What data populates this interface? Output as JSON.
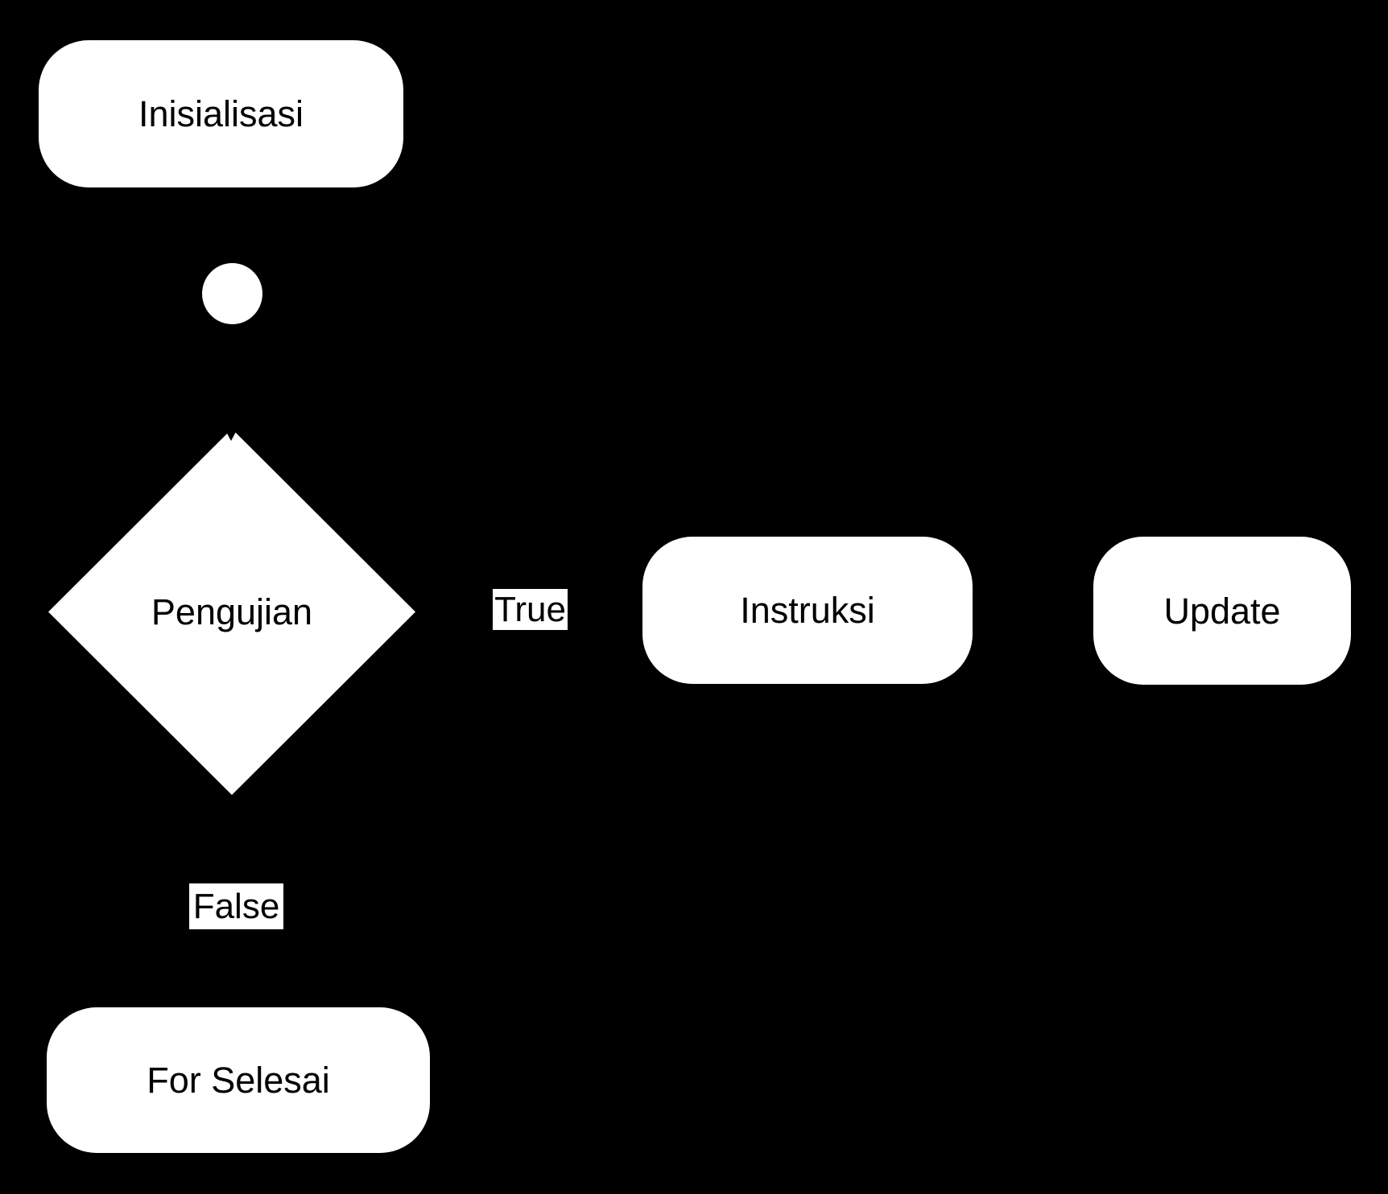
{
  "diagram": {
    "title": "for-loop flowchart",
    "colors": {
      "background": "#000000",
      "node_fill": "#ffffff",
      "node_text": "#000000"
    },
    "nodes": {
      "inisialisasi": {
        "label": "Inisialisasi",
        "shape": "terminator"
      },
      "connector": {
        "label": "",
        "shape": "circle"
      },
      "pengujian": {
        "label": "Pengujian",
        "shape": "decision"
      },
      "instruksi": {
        "label": "Instruksi",
        "shape": "terminator"
      },
      "update": {
        "label": "Update",
        "shape": "terminator"
      },
      "for_selesai": {
        "label": "For Selesai",
        "shape": "terminator"
      }
    },
    "edge_labels": {
      "true": "True",
      "false": "False"
    }
  }
}
